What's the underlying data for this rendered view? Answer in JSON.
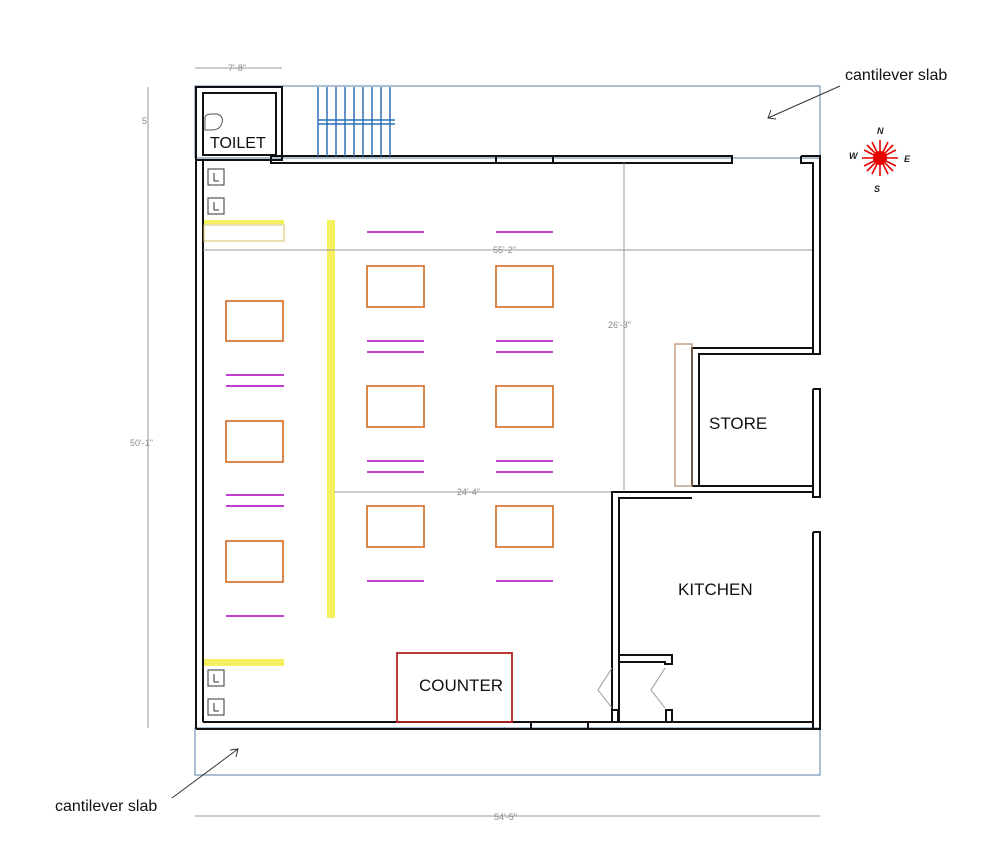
{
  "labels": {
    "toilet": "TOILET",
    "store": "STORE",
    "kitchen": "KITCHEN",
    "counter": "COUNTER",
    "cantilever_top": "cantilever slab",
    "cantilever_bottom": "cantilever slab"
  },
  "dimensions": {
    "toilet_width": "7'-8\"",
    "slab_depth": "5'",
    "plan_height": "50'-1\"",
    "inner_width": "55'-2\"",
    "store_height": "26'-3\"",
    "hall_width": "24'-4\"",
    "overall_width": "54'-5\""
  },
  "compass": {
    "north": "N",
    "south": "S",
    "east": "E",
    "west": "W",
    "color": "#e60000"
  },
  "colors": {
    "wall": "#111111",
    "table": "#d2691e",
    "bench": "#c040d0",
    "yellow_bench": "#f5f060",
    "stairs": "#2f6fb5",
    "counter": "#b22222",
    "dim_line": "#9a9a9a",
    "slab_outline": "#5b7fa6"
  }
}
